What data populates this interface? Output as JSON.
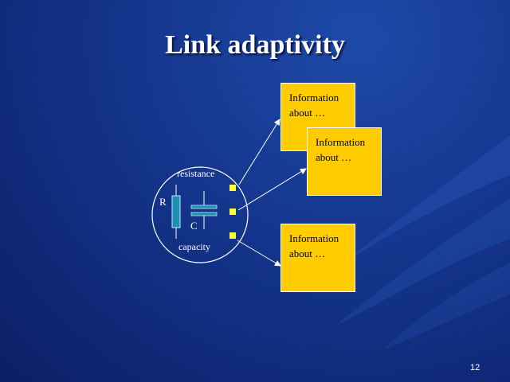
{
  "slide": {
    "title": "Link adaptivity",
    "page_number": "12"
  },
  "circuit": {
    "resistance_label": "resistance",
    "capacity_label": "capacity",
    "r_label": "R",
    "c_label": "C"
  },
  "info_boxes": [
    {
      "line1": "Information",
      "line2": "about …"
    },
    {
      "line1": "Information",
      "line2": "about …"
    },
    {
      "line1": "Information",
      "line2": "about …"
    }
  ],
  "colors": {
    "box_fill": "#ffcc00",
    "port_fill": "#ffff33",
    "resistor_fill": "#1f8fb0"
  }
}
